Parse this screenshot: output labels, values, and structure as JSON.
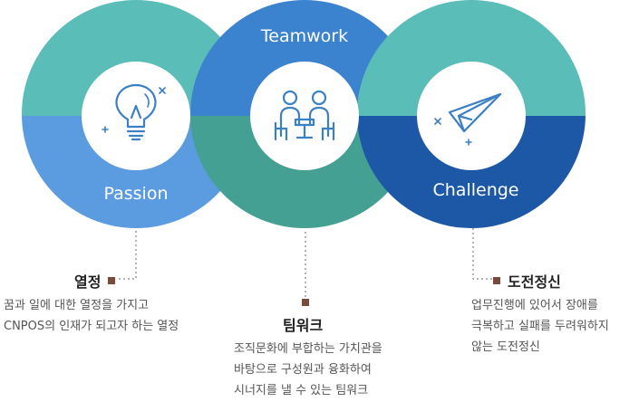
{
  "circles": [
    {
      "id": "passion",
      "label": "Passion"
    },
    {
      "id": "teamwork",
      "label": "Teamwork"
    },
    {
      "id": "challenge",
      "label": "Challenge"
    }
  ],
  "items": [
    {
      "title": "열정",
      "lines": [
        "꿈과 일에 대한 열정을 가지고",
        "CNPOS의 인재가 되고자 하는 열정"
      ]
    },
    {
      "title": "팀워크",
      "lines": [
        "조직문화에 부합하는 가치관을",
        "바탕으로 구성원과 융화하여",
        "시너지를 낼 수 있는 팀워크"
      ]
    },
    {
      "title": "도전정신",
      "lines": [
        "업무진행에 있어서 장애를",
        "극복하고 실패를 두려워하지",
        "않는 도전정신"
      ]
    }
  ],
  "colors": {
    "passion_top": "#5bbdb7",
    "passion_bottom": "#5b9be0",
    "teamwork_top": "#3b82cf",
    "teamwork_bottom": "#45a094",
    "challenge_top": "#5bbdb7",
    "challenge_bottom": "#1c58a5",
    "icon_stroke": "#3b7fc4",
    "connector": "#666666",
    "marker": "#7a4a3a"
  },
  "icons": [
    "lightbulb-icon",
    "team-meeting-icon",
    "paper-plane-icon"
  ]
}
